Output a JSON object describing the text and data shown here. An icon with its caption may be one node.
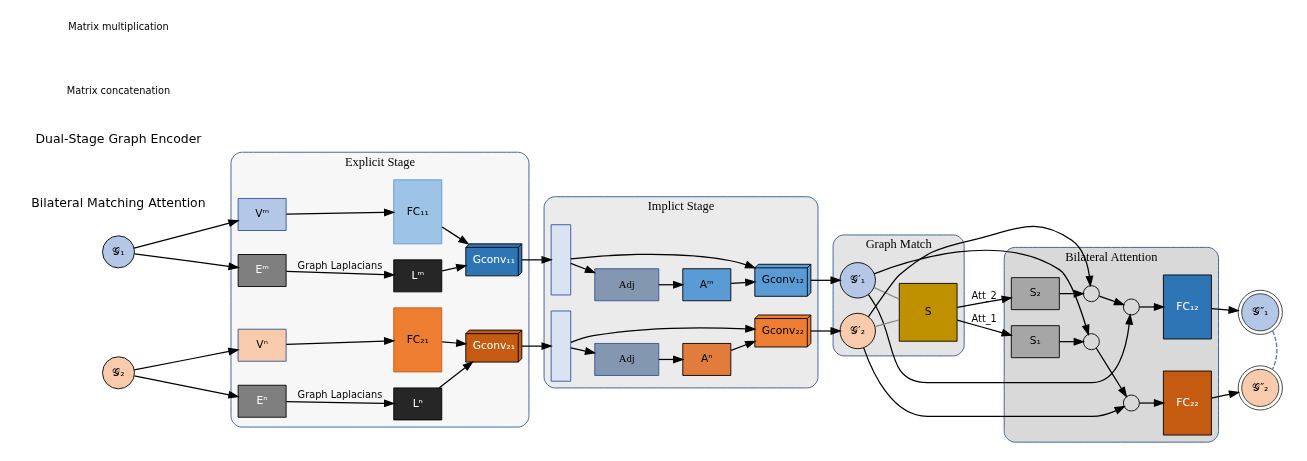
{
  "diagram": {
    "nodes": [
      {
        "text": [
          "Explicit Stage"
        ]
      },
      {
        "text": [
          "Implict Stage"
        ]
      },
      {
        "text": [
          "Graph Match"
        ]
      },
      {
        "text": [
          "Bilateral Attention"
        ]
      },
      {
        "text": [
          "𝒢₁"
        ]
      },
      {
        "text": [
          "𝒢₂"
        ]
      },
      {
        "text": [
          "Vᵐ"
        ],
        "in": 0
      },
      {
        "text": [
          "FC₁₁"
        ],
        "in": 0
      },
      {
        "text": [
          "Gconv₁₁"
        ],
        "in": 0
      },
      {
        "text": [
          "Eᵐ"
        ],
        "in": 0
      },
      {
        "text": [
          "Lᵐ"
        ],
        "in": 0
      },
      {
        "text": [
          "Vⁿ"
        ],
        "in": 0
      },
      {
        "text": [
          "FC₂₁"
        ],
        "in": 0
      },
      {
        "text": [
          "Gconv₂₁"
        ],
        "in": 0
      },
      {
        "text": [
          "Eⁿ"
        ],
        "in": 0
      },
      {
        "text": [
          "Lⁿ"
        ],
        "in": 0
      },
      {
        "text": [],
        "shape": "bar",
        "in": 1
      },
      {
        "text": [
          "Adj"
        ],
        "in": 1
      },
      {
        "text": [
          "Aᵐ"
        ],
        "in": 1
      },
      {
        "text": [
          "Gconv₁₂"
        ],
        "in": 1
      },
      {
        "text": [],
        "shape": "bar",
        "in": 1
      },
      {
        "text": [
          "Adj"
        ],
        "in": 1
      },
      {
        "text": [
          "Aⁿ"
        ],
        "in": 1
      },
      {
        "text": [
          "Gconv₂₂"
        ],
        "in": 1
      },
      {
        "text": [
          "𝒢′₁"
        ],
        "in": 2
      },
      {
        "text": [
          "S"
        ],
        "in": 2
      },
      {
        "text": [
          "𝒢′₂"
        ],
        "in": 2
      },
      {
        "text": [
          "S₁"
        ],
        "in": 3
      },
      {
        "text": [
          "S₂"
        ],
        "in": 3
      },
      {
        "text": [],
        "shape": "circle",
        "in": 3
      },
      {
        "text": [],
        "shape": "circle",
        "in": 3
      },
      {
        "text": [],
        "shape": "circle",
        "in": 3
      },
      {
        "text": [],
        "shape": "circle",
        "in": 3
      },
      {
        "text": [
          "FC₁₂"
        ],
        "in": 3
      },
      {
        "text": [
          "FC₂₂"
        ],
        "in": 3
      },
      {
        "text": [
          "𝒢″₁"
        ]
      },
      {
        "text": [
          "𝒢″₂"
        ]
      }
    ],
    "edges": [
      {
        "from": 4,
        "to": 6,
        "arrow": "to"
      },
      {
        "from": 4,
        "to": 9,
        "arrow": "to"
      },
      {
        "from": 6,
        "to": 7,
        "arrow": "to"
      },
      {
        "from": 7,
        "to": 8,
        "arrow": "to"
      },
      {
        "from": 9,
        "to": 10,
        "arrow": "to",
        "label": "Graph Laplacians"
      },
      {
        "from": 10,
        "to": 8,
        "arrow": "to"
      },
      {
        "from": 5,
        "to": 11,
        "arrow": "to"
      },
      {
        "from": 5,
        "to": 14,
        "arrow": "to"
      },
      {
        "from": 11,
        "to": 12,
        "arrow": "to"
      },
      {
        "from": 12,
        "to": 13,
        "arrow": "to"
      },
      {
        "from": 14,
        "to": 15,
        "arrow": "to",
        "label": "Graph Laplacians"
      },
      {
        "from": 15,
        "to": 13,
        "arrow": "to"
      },
      {
        "from": 8,
        "to": 16,
        "arrow": "to"
      },
      {
        "from": 16,
        "to": 19,
        "arrow": "to"
      },
      {
        "from": 16,
        "to": 17,
        "arrow": "to"
      },
      {
        "from": 17,
        "to": 18,
        "arrow": "to"
      },
      {
        "from": 18,
        "to": 19,
        "arrow": "to"
      },
      {
        "from": 13,
        "to": 20,
        "arrow": "to"
      },
      {
        "from": 20,
        "to": 23,
        "arrow": "to"
      },
      {
        "from": 20,
        "to": 21,
        "arrow": "to"
      },
      {
        "from": 21,
        "to": 22,
        "arrow": "to"
      },
      {
        "from": 22,
        "to": 23,
        "arrow": "to"
      },
      {
        "from": 19,
        "to": 24,
        "arrow": "to"
      },
      {
        "from": 23,
        "to": 26,
        "arrow": "to"
      },
      {
        "from": 24,
        "to": 25,
        "arrow": "none",
        "color": "#888888"
      },
      {
        "from": 26,
        "to": 25,
        "arrow": "none",
        "color": "#888888"
      },
      {
        "from": 25,
        "to": 27,
        "arrow": "to",
        "label": "Att_1"
      },
      {
        "from": 25,
        "to": 28,
        "arrow": "to",
        "label": "Att_2"
      },
      {
        "from": 27,
        "to": 29,
        "arrow": "to"
      },
      {
        "from": 28,
        "to": 30,
        "arrow": "to"
      },
      {
        "from": 24,
        "to": 31,
        "arrow": "to"
      },
      {
        "from": 24,
        "to": 29,
        "arrow": "to"
      },
      {
        "from": 26,
        "to": 32,
        "arrow": "to"
      },
      {
        "from": 26,
        "to": 30,
        "arrow": "to"
      },
      {
        "from": 29,
        "to": 32,
        "arrow": "to"
      },
      {
        "from": 30,
        "to": 31,
        "arrow": "to"
      },
      {
        "from": 31,
        "to": 33,
        "arrow": "to"
      },
      {
        "from": 32,
        "to": 34,
        "arrow": "to"
      },
      {
        "from": 33,
        "to": 35,
        "arrow": "to"
      },
      {
        "from": 34,
        "to": 36,
        "arrow": "to"
      },
      {
        "from": 35,
        "to": 36,
        "arrow": "none",
        "style": "dashed",
        "color": "#4472c4"
      }
    ],
    "labels": [
      "Dual-Stage Graph Encoder",
      "Bilateral Matching Attention"
    ],
    "legend": [
      {
        "text": "Matrix multiplication"
      },
      {
        "text": "Matrix concatenation"
      }
    ]
  }
}
